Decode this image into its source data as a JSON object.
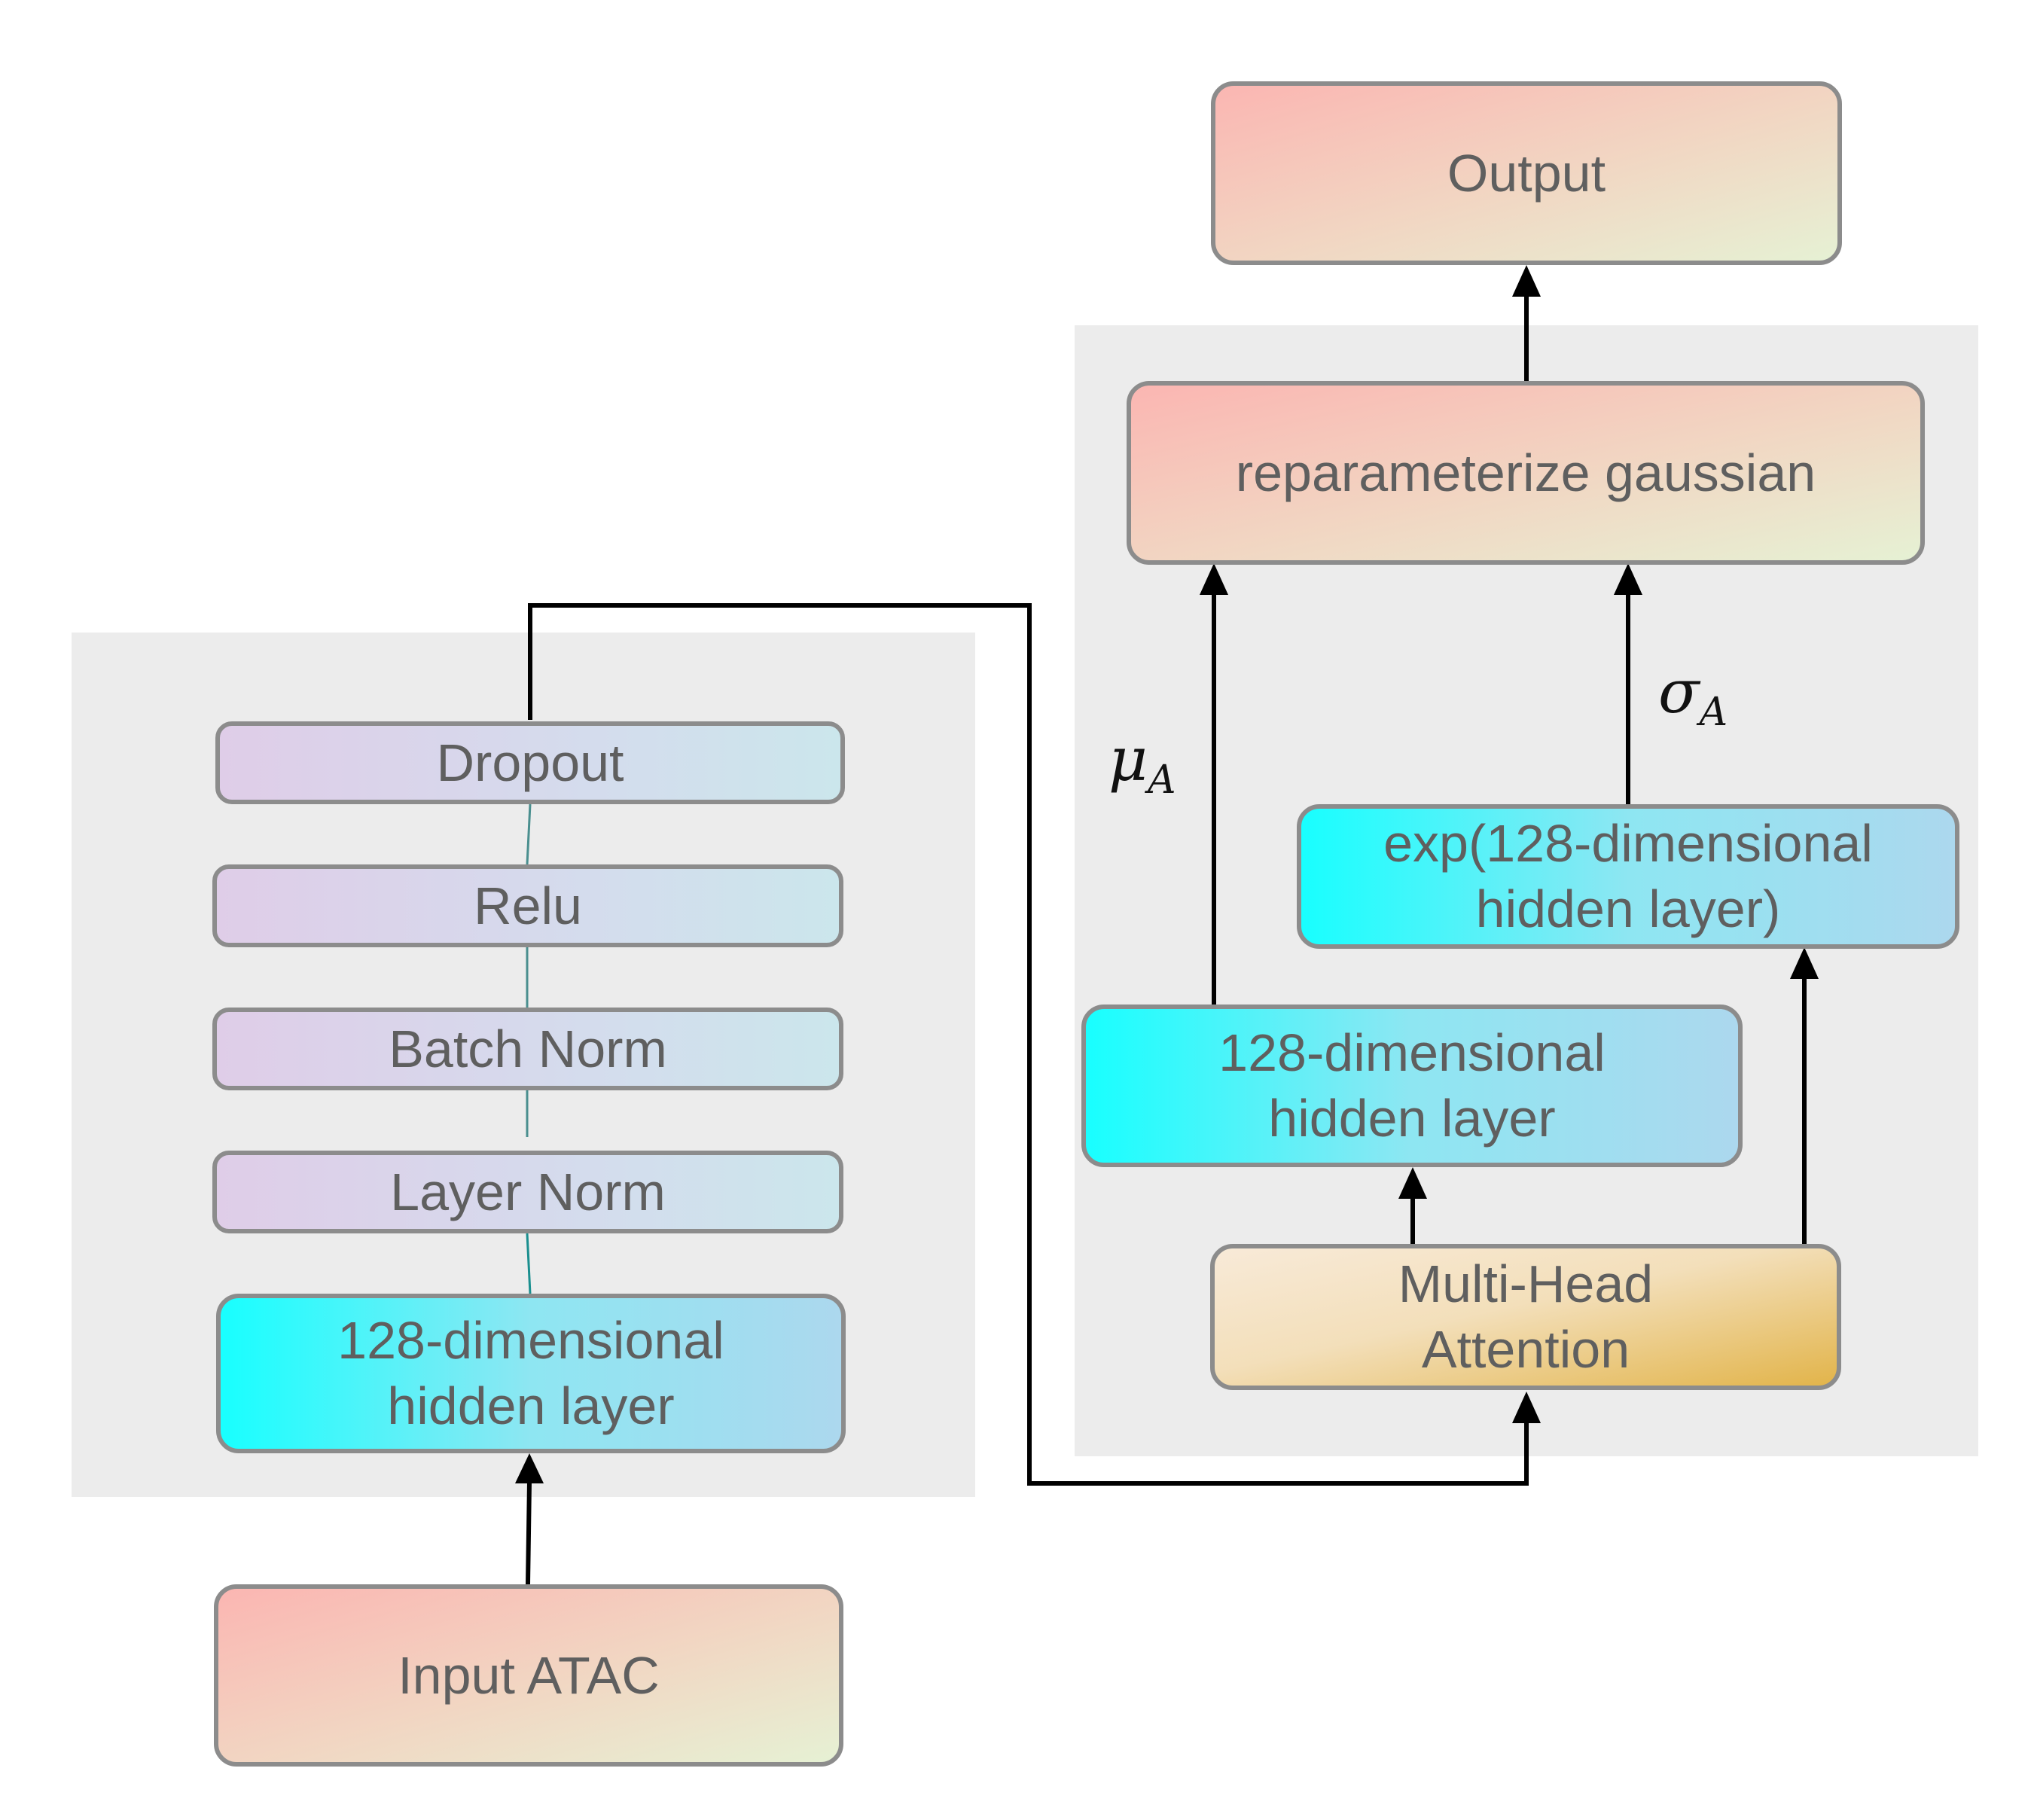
{
  "encoder": {
    "input": "Input ATAC",
    "hidden": "128-dimensional\nhidden layer",
    "layer_norm": "Layer Norm",
    "batch_norm": "Batch Norm",
    "relu": "Relu",
    "dropout": "Dropout"
  },
  "head": {
    "attention": "Multi-Head\nAttention",
    "hidden": "128-dimensional\nhidden layer",
    "exp_hidden": "exp(128-dimensional\nhidden layer)",
    "reparam": "reparameterize gaussian",
    "output": "Output",
    "mu_symbol": "μ",
    "mu_sub": "A",
    "sigma_symbol": "σ",
    "sigma_sub": "A"
  },
  "colors": {
    "panel": "#ececec",
    "box_border": "#8c8c8c",
    "text": "#5f5f5f",
    "arrow": "#000000"
  }
}
